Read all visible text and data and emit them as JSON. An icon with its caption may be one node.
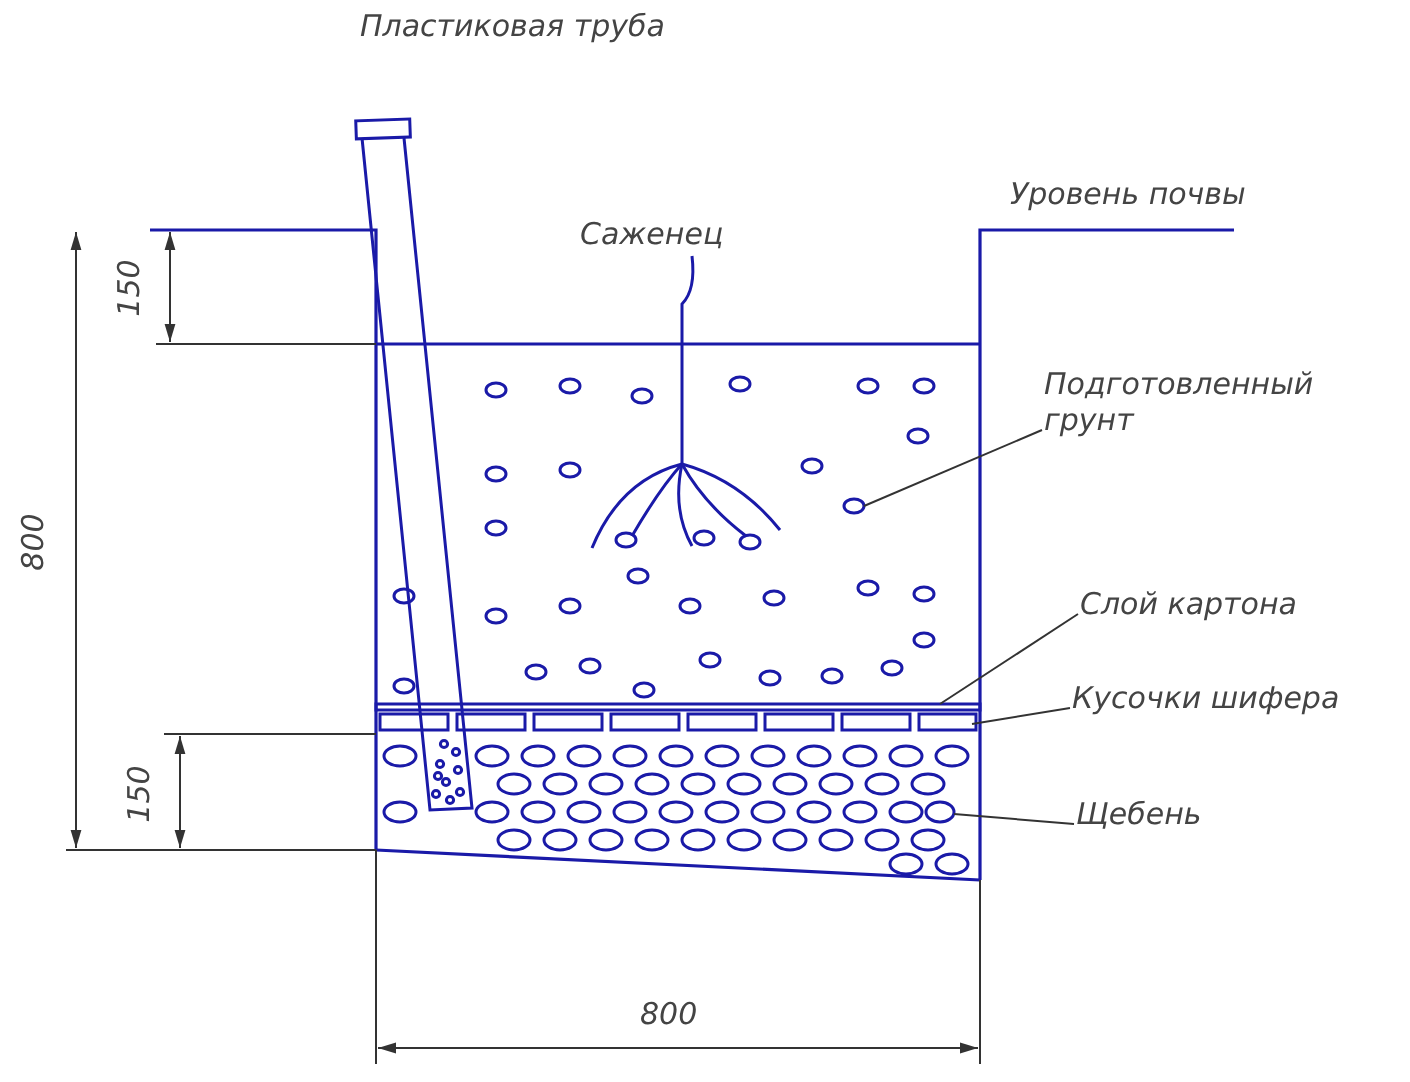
{
  "diagram": {
    "nodes": [
      {
        "text": [
          "Подготовленный грунт"
        ]
      },
      {
        "text": [],
        "shape": "circle"
      },
      {
        "text": [
          "Слой картона"
        ]
      },
      {
        "text": [],
        "shape": "bar"
      },
      {
        "text": [
          "Кусочки шифера"
        ]
      },
      {
        "text": [],
        "shape": "bar"
      },
      {
        "text": [
          "Щебень"
        ]
      },
      {
        "text": [],
        "shape": "circle"
      }
    ],
    "edges": [
      {
        "from": 0,
        "to": 1,
        "arrow": "none"
      },
      {
        "from": 2,
        "to": 3,
        "arrow": "none"
      },
      {
        "from": 4,
        "to": 5,
        "arrow": "none"
      },
      {
        "from": 6,
        "to": 7,
        "arrow": "none"
      }
    ],
    "labels": [
      "Пластиковая труба",
      "Саженец",
      "Уровень почвы",
      "150",
      "800",
      "150",
      "800"
    ]
  }
}
